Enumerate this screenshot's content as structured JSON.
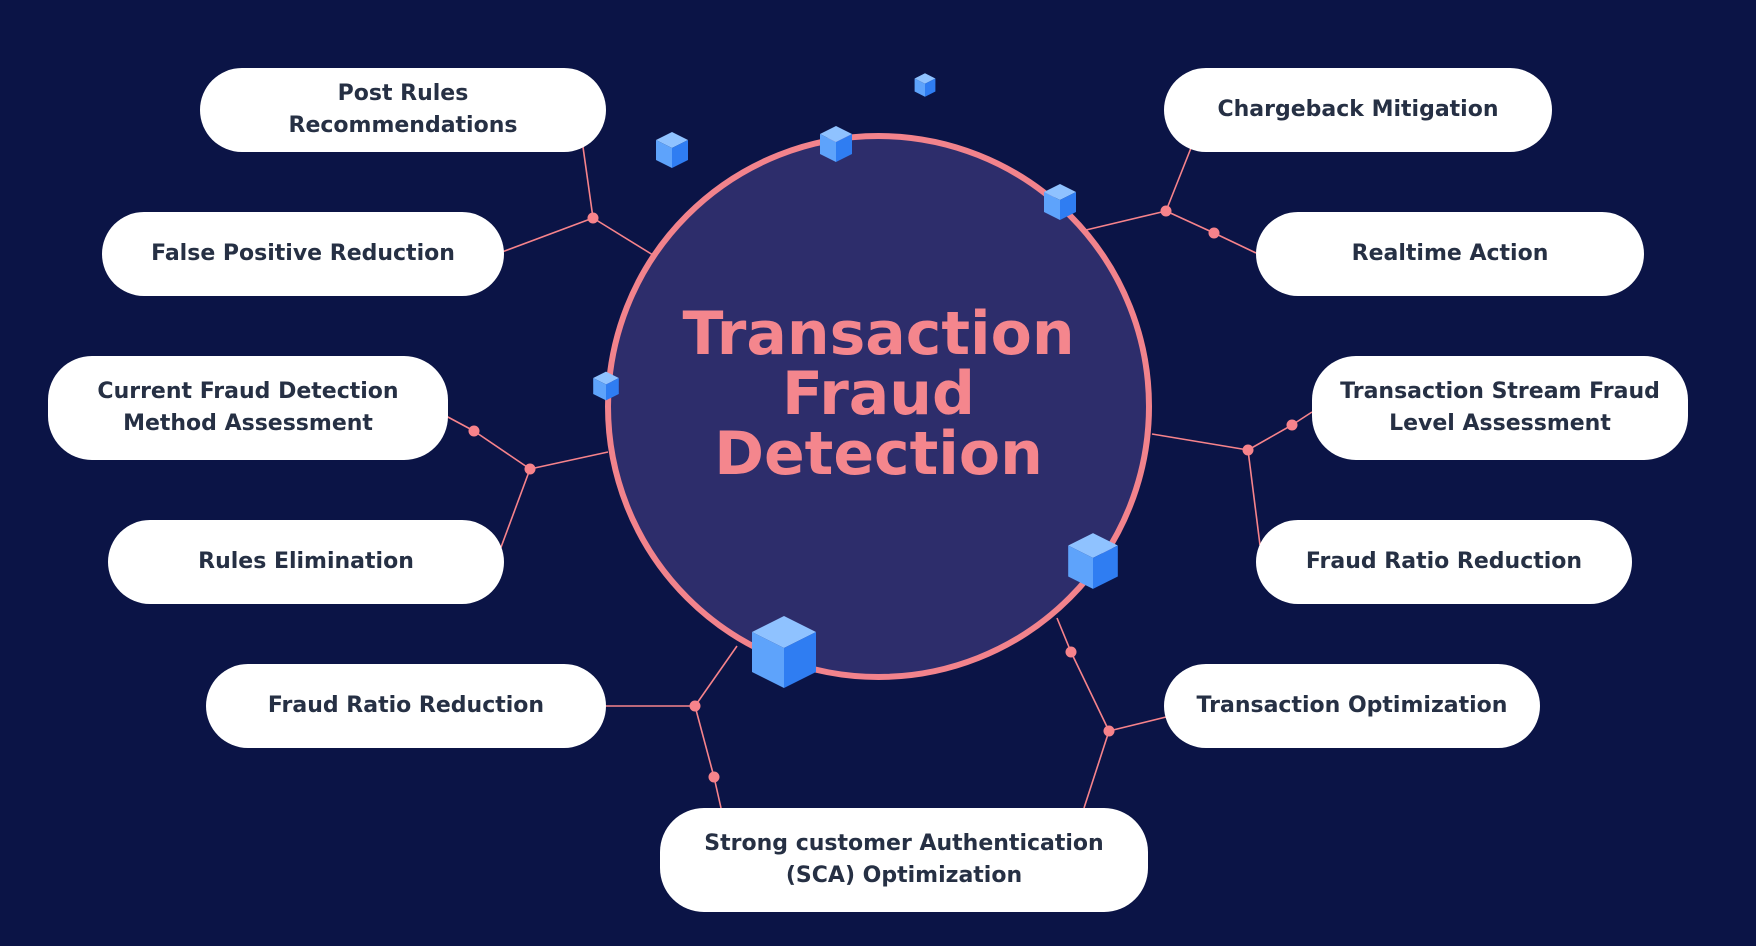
{
  "hub": {
    "title": "Transaction\nFraud\nDetection"
  },
  "nodes": {
    "post_rules": "Post Rules Recommendations",
    "false_positive": "False Positive Reduction",
    "current_method": "Current Fraud Detection\nMethod Assessment",
    "rules_elimination": "Rules Elimination",
    "fraud_ratio_left": "Fraud Ratio Reduction",
    "sca": "Strong customer Authentication\n(SCA) Optimization",
    "chargeback": "Chargeback Mitigation",
    "realtime": "Realtime Action",
    "stream_level": "Transaction Stream Fraud\nLevel Assessment",
    "fraud_ratio_right": "Fraud Ratio Reduction",
    "transaction_opt": "Transaction Optimization"
  },
  "colors": {
    "background": "#0b1446",
    "hub_fill": "#2d2d6b",
    "hub_ring": "#f2838c",
    "accent": "#f7838b",
    "pill": "#ffffff",
    "pill_text": "#263044",
    "cube": "#3d8bf5"
  },
  "decorations": [
    "cube-icon"
  ]
}
